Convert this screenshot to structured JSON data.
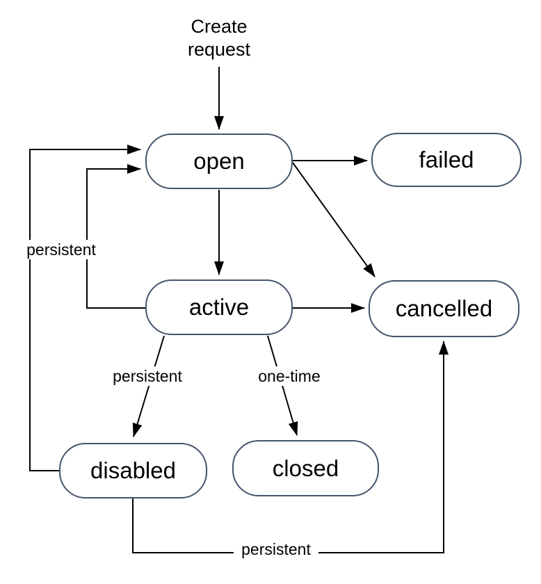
{
  "diagram": {
    "nodes": {
      "open": {
        "label": "open"
      },
      "failed": {
        "label": "failed"
      },
      "active": {
        "label": "active"
      },
      "cancelled": {
        "label": "cancelled"
      },
      "disabled": {
        "label": "disabled"
      },
      "closed": {
        "label": "closed"
      }
    },
    "labels": {
      "create_request": "Create request",
      "loop_left": "persistent",
      "active_to_disabled": "persistent",
      "active_to_closed": "one-time",
      "disabled_to_cancelled": "persistent"
    },
    "edges": [
      {
        "from": "create-request-label",
        "to": "open"
      },
      {
        "from": "open",
        "to": "failed"
      },
      {
        "from": "open",
        "to": "active"
      },
      {
        "from": "open",
        "to": "cancelled"
      },
      {
        "from": "active",
        "to": "cancelled"
      },
      {
        "from": "active",
        "to": "open"
      },
      {
        "from": "disabled",
        "to": "open",
        "label": "persistent"
      },
      {
        "from": "active",
        "to": "disabled",
        "label": "persistent"
      },
      {
        "from": "active",
        "to": "closed",
        "label": "one-time"
      },
      {
        "from": "disabled",
        "to": "cancelled",
        "label": "persistent"
      }
    ],
    "colors": {
      "node_border": "#44546a",
      "node_fill": "#ffffff",
      "edge_line": "#000000",
      "text": "#000000",
      "background": "#ffffff"
    }
  }
}
